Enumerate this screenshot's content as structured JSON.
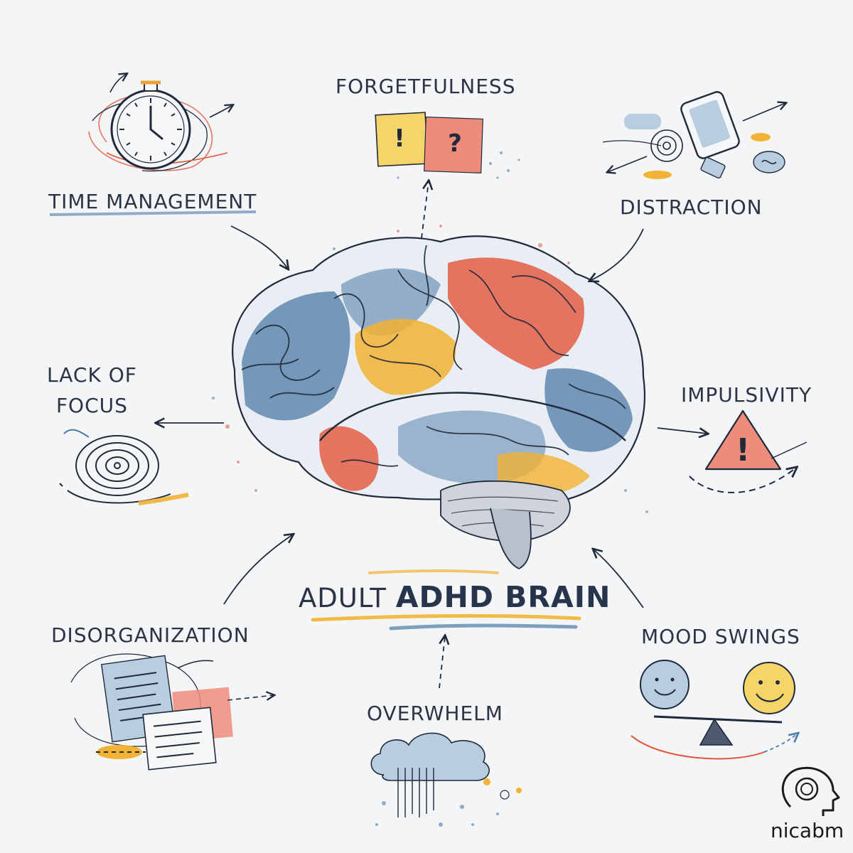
{
  "diagram": {
    "title_prefix": "ADULT",
    "title_main": "ADHD BRAIN",
    "labels": {
      "time_management": "TIME MANAGEMENT",
      "forgetfulness": "FORGETFULNESS",
      "distraction": "DISTRACTION",
      "lack_of_focus_line1": "LACK OF",
      "lack_of_focus_line2": "FOCUS",
      "impulsivity": "IMPULSIVITY",
      "disorganization": "DISORGANIZATION",
      "overwhelm": "OVERWHELM",
      "mood_swings": "MOOD SWINGS"
    },
    "note_symbols": {
      "yellow_note": "!",
      "red_note": "?"
    },
    "warning_symbol": "!",
    "logo": "nicabm",
    "colors": {
      "blue": "#4d7aa6",
      "red": "#e2553b",
      "yellow": "#f2b233",
      "ink": "#1f2a3a",
      "light_blue": "#b8cde0"
    }
  }
}
